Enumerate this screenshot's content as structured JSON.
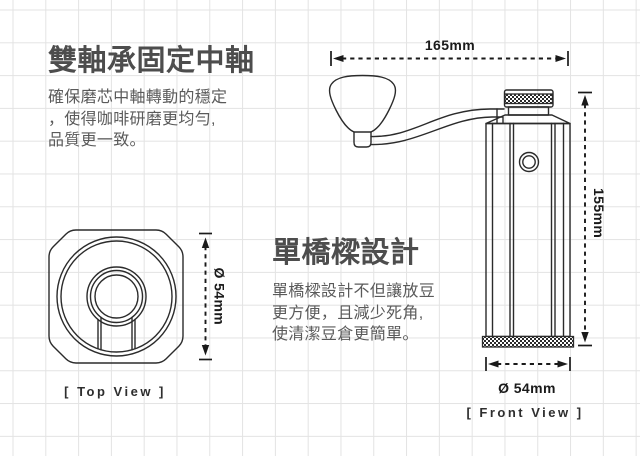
{
  "features": {
    "dual_bearing": {
      "heading": "雙軸承固定中軸",
      "line1": "確保磨芯中軸轉動的穩定",
      "line2": "，使得咖啡研磨更均勻,",
      "line3": "品質更一致。"
    },
    "single_bridge": {
      "heading": "單橋樑設計",
      "line1": "單橋樑設計不但讓放豆",
      "line2": "更方便，且減少死角,",
      "line3": "使清潔豆倉更簡單。"
    }
  },
  "top_view": {
    "caption": "[ Top View ]",
    "diameter_label": "Ø 54mm"
  },
  "front_view": {
    "caption": "[ Front View ]",
    "width_label": "165mm",
    "height_label": "155mm",
    "diameter_label": "Ø 54mm"
  },
  "colors": {
    "background": "#ffffff",
    "grid": "#e3e3e3",
    "heading_text": "#4d4d4d",
    "body_text": "#5a5a5a",
    "line_art": "#2b2b2b",
    "dimension": "#1a1a1a"
  }
}
